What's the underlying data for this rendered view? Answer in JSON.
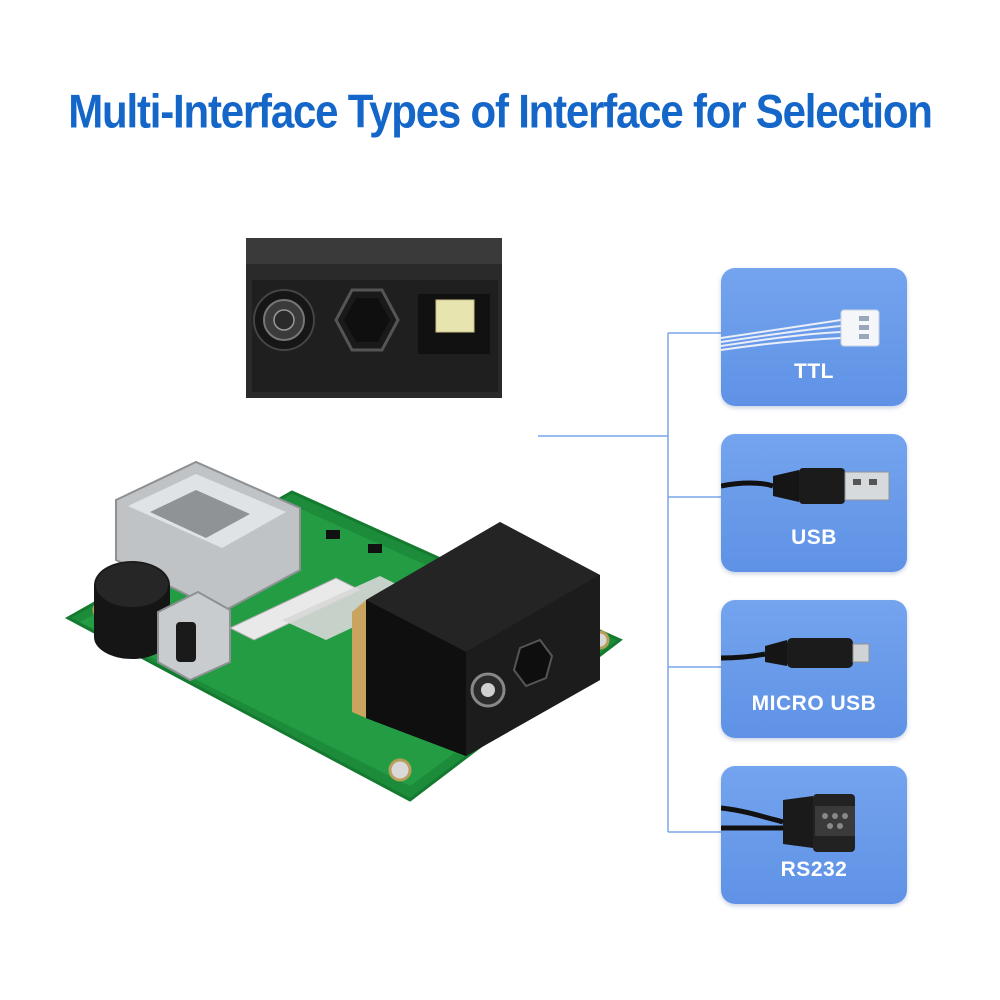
{
  "title": "Multi-Interface Types of Interface for Selection",
  "interfaces": [
    {
      "label": "TTL",
      "icon": "ttl-connector-icon"
    },
    {
      "label": "USB",
      "icon": "usb-cable-icon"
    },
    {
      "label": "MICRO USB",
      "icon": "micro-usb-cable-icon"
    },
    {
      "label": "RS232",
      "icon": "rs232-cable-icon"
    }
  ],
  "colors": {
    "title": "#1466c8",
    "card": "#6899ea",
    "connector_line": "#6f9fe8"
  }
}
